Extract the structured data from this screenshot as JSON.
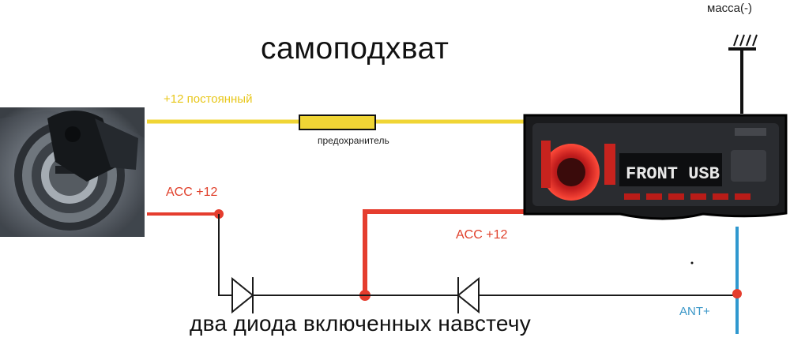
{
  "labels": {
    "title": "самоподхват",
    "ground": "масса(-)",
    "constant_12v": "+12 постоянный",
    "fuse": "предохранитель",
    "acc_ignition": "ACC +12",
    "acc_radio": "ACC +12",
    "antenna": "ANT+",
    "diodes_note": "два диода включенных навстечу"
  },
  "colors": {
    "constant_wire": "#f0d535",
    "acc_wire": "#e53d2e",
    "ant_wire": "#2f98cf",
    "ground_wire": "#111111",
    "diode_line": "#1a1a1a"
  },
  "radio": {
    "display_text": "FRONT USB"
  }
}
